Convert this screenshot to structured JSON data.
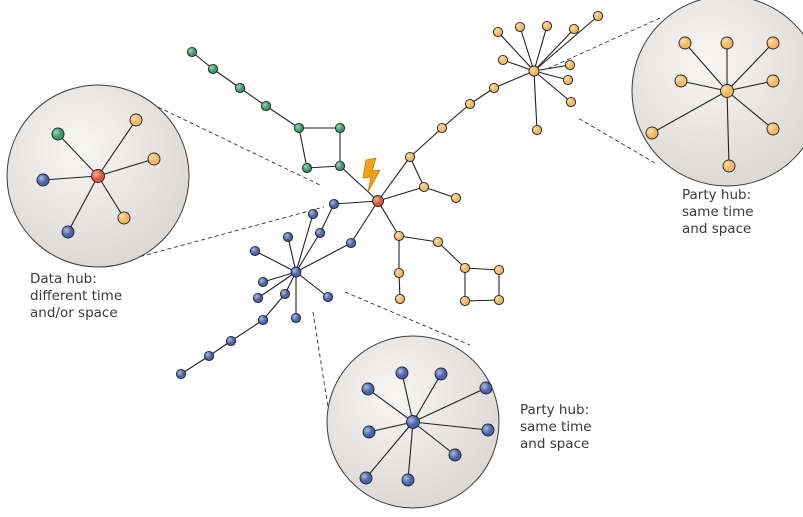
{
  "colors": {
    "green": "#3a9a68",
    "orange": "#f6b65e",
    "blue": "#4b63ae",
    "red": "#e0553c",
    "bolt": "#f2a21a",
    "zoom_fill": "#e4e2e0"
  },
  "labels": {
    "data_hub": [
      "Data hub:",
      "different time",
      "and/or space"
    ],
    "party_hub_right": [
      "Party hub:",
      "same time",
      "and space"
    ],
    "party_hub_bottom": [
      "Party hub:",
      "same time",
      "and space"
    ]
  },
  "network": {
    "center_hub_color": "red",
    "marker_icon": "lightning-bolt-icon",
    "branches": [
      "green",
      "orange",
      "blue"
    ]
  }
}
